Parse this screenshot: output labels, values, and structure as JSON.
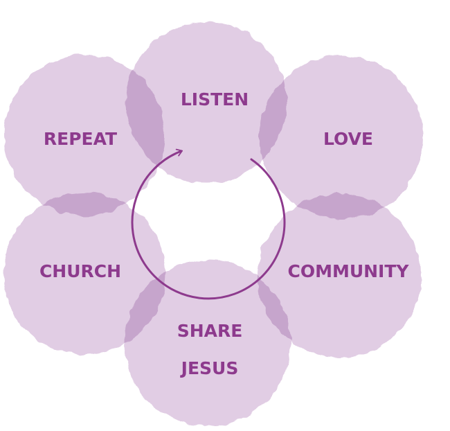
{
  "colors": {
    "petal_fill": "#e1cde4",
    "text": "#8d3a8d",
    "cycle_arrow": "#8d3a8d",
    "background": "#ffffff"
  },
  "petals": [
    {
      "key": "listen",
      "lines": [
        "LISTEN"
      ]
    },
    {
      "key": "love",
      "lines": [
        "LOVE"
      ]
    },
    {
      "key": "community",
      "lines": [
        "COMMUNITY"
      ]
    },
    {
      "key": "share-jesus",
      "lines": [
        "SHARE",
        "JESUS"
      ]
    },
    {
      "key": "church",
      "lines": [
        "CHURCH"
      ]
    },
    {
      "key": "repeat",
      "lines": [
        "REPEAT"
      ]
    }
  ]
}
